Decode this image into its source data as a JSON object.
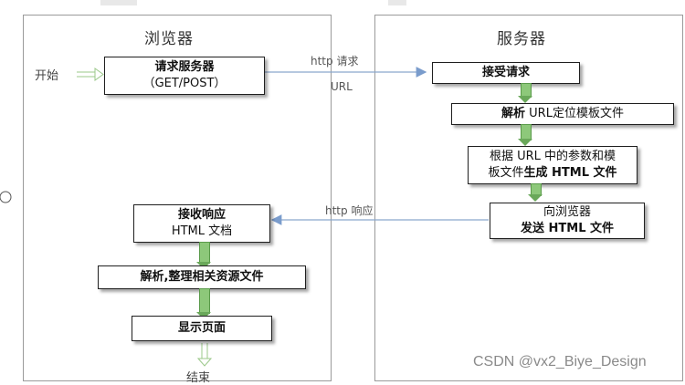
{
  "lanes": {
    "browser": "浏览器",
    "server": "服务器"
  },
  "start_label": "开始",
  "end_label": "结束",
  "edges": {
    "http_request": "http 请求",
    "url": "URL",
    "http_response": "http 响应"
  },
  "boxes": {
    "request_server": {
      "line1": "请求服务器",
      "line2": "（GET/POST）"
    },
    "accept_request": {
      "line1": "接受请求"
    },
    "parse_url": {
      "bold": "解析",
      "rest": " URL定位模板文件"
    },
    "generate_html": {
      "line1": "根据 URL 中的参数和模",
      "line2_a": "板文件",
      "line2_b": "生成 HTML 文件"
    },
    "send_html": {
      "line1": "向浏览器",
      "line2": "发送 HTML 文件"
    },
    "receive_response": {
      "line1": "接收响应",
      "line2": "HTML 文档"
    },
    "parse_resources": {
      "line1": "解析,整理相关资源文件"
    },
    "display_page": {
      "line1": "显示页面"
    }
  },
  "watermark": "CSDN @vx2_Biye_Design",
  "colors": {
    "arrow_green": "#8dc87a",
    "connector_gray": "#9a9a9a",
    "box_border": "#1f1f1f"
  }
}
